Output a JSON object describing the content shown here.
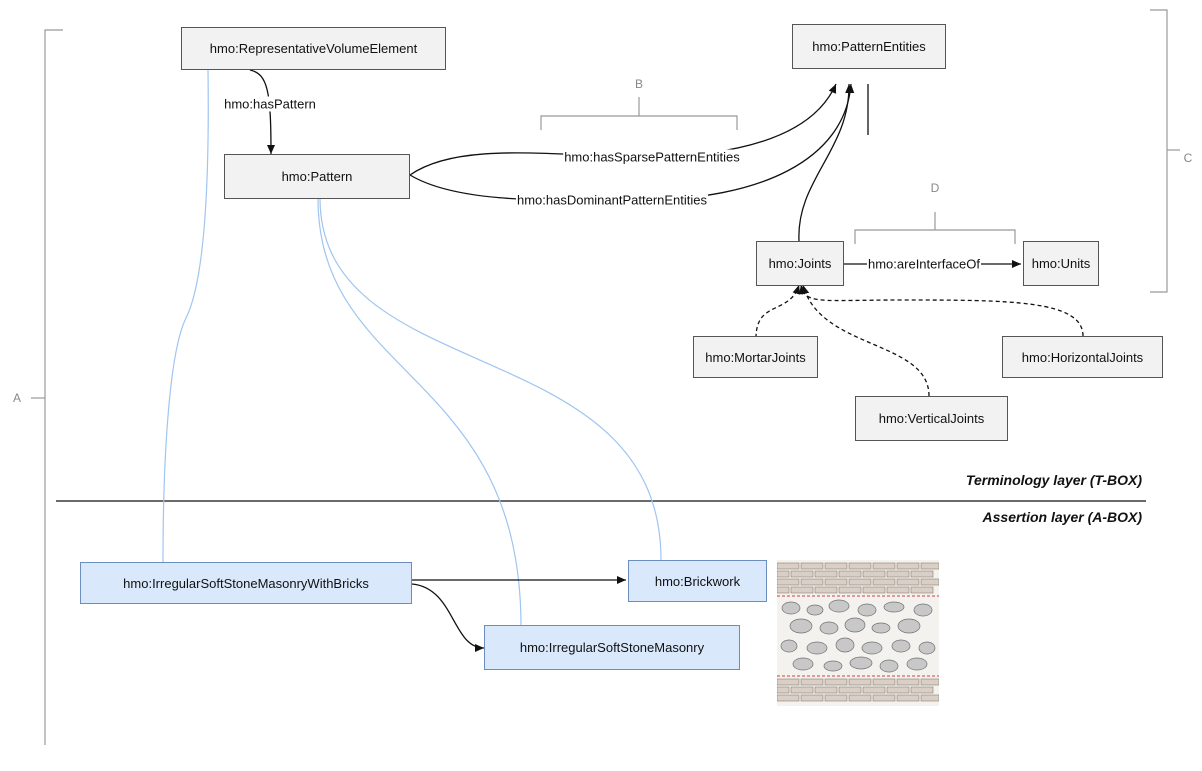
{
  "nodes": {
    "representative_volume_element": "hmo:RepresentativeVolumeElement",
    "pattern": "hmo:Pattern",
    "pattern_entities": "hmo:PatternEntities",
    "joints": "hmo:Joints",
    "units": "hmo:Units",
    "mortar_joints": "hmo:MortarJoints",
    "horizontal_joints": "hmo:HorizontalJoints",
    "vertical_joints": "hmo:VerticalJoints",
    "irregular_soft_stone_masonry_with_bricks": "hmo:IrregularSoftStoneMasonryWithBricks",
    "brickwork": "hmo:Brickwork",
    "irregular_soft_stone_masonry": "hmo:IrregularSoftStoneMasonry"
  },
  "edges": {
    "has_pattern": "hmo:hasPattern",
    "has_sparse_pattern_entities": "hmo:hasSparsePatternEntities",
    "has_dominant_pattern_entities": "hmo:hasDominantPatternEntities",
    "are_interface_of": "hmo:areInterfaceOf"
  },
  "brackets": {
    "a": "A",
    "b": "B",
    "c": "C",
    "d": "D"
  },
  "layers": {
    "terminology": "Terminology layer (T-BOX)",
    "assertion": "Assertion layer (A-BOX)"
  },
  "colors": {
    "tbox_fill": "#f2f2f2",
    "abox_fill": "#dae8fc",
    "abox_border": "#6c8ebf",
    "link_blue": "#9fc5f0",
    "bracket_gray": "#999999"
  }
}
